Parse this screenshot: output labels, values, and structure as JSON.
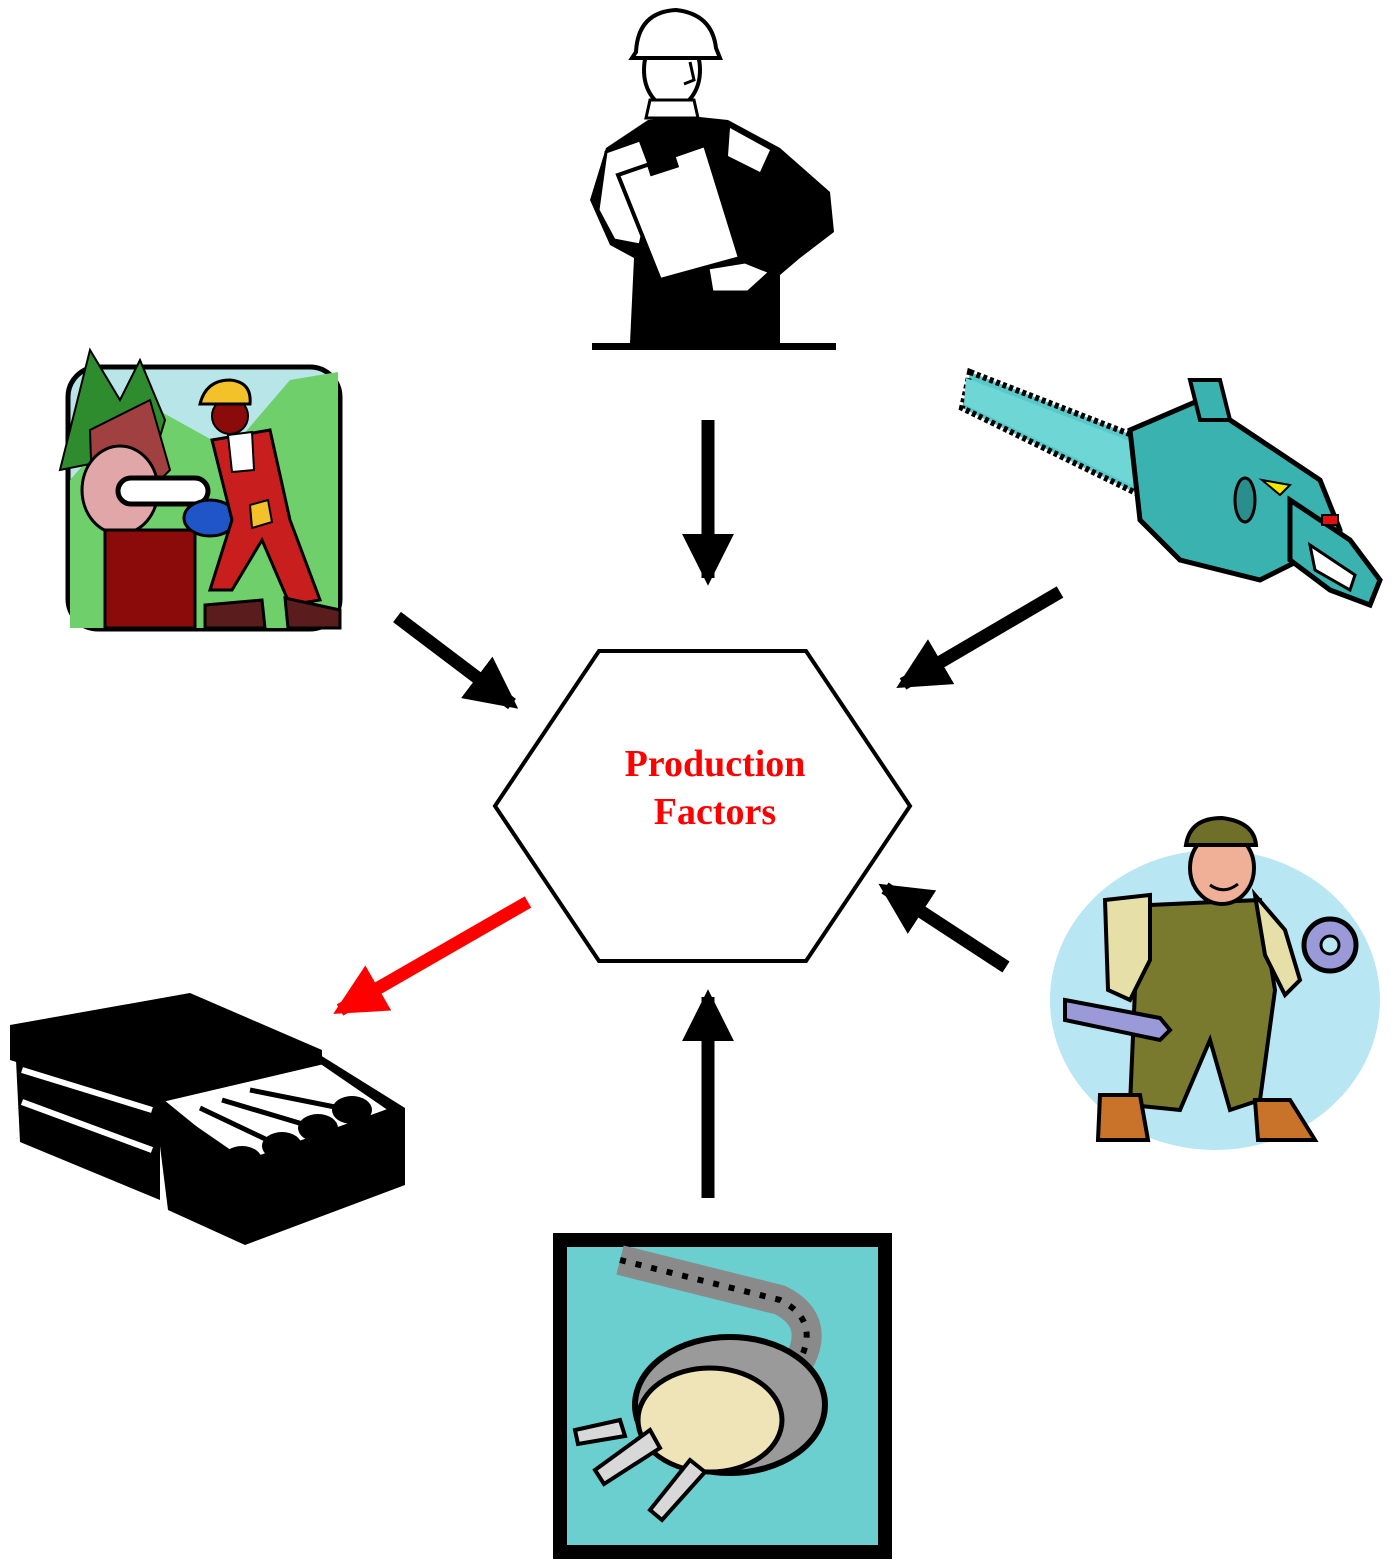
{
  "center": {
    "line1": "Production",
    "line2": "Factors"
  },
  "colors": {
    "label": "#ff0000",
    "arrow_input": "#000000",
    "arrow_output": "#ff0000"
  },
  "items": [
    {
      "name": "manager-clipart",
      "icon": "manager-with-clipboard-icon",
      "role": "input"
    },
    {
      "name": "chainsaw-clipart",
      "icon": "chainsaw-icon",
      "role": "input"
    },
    {
      "name": "mechanic-clipart",
      "icon": "mechanic-with-wrench-and-gear-icon",
      "role": "input"
    },
    {
      "name": "plug-clipart",
      "icon": "electric-plug-icon",
      "role": "input"
    },
    {
      "name": "matchbox-clipart",
      "icon": "matchbox-icon",
      "role": "output"
    },
    {
      "name": "lumberjack-clipart",
      "icon": "lumberjack-cutting-tree-icon",
      "role": "input"
    }
  ]
}
